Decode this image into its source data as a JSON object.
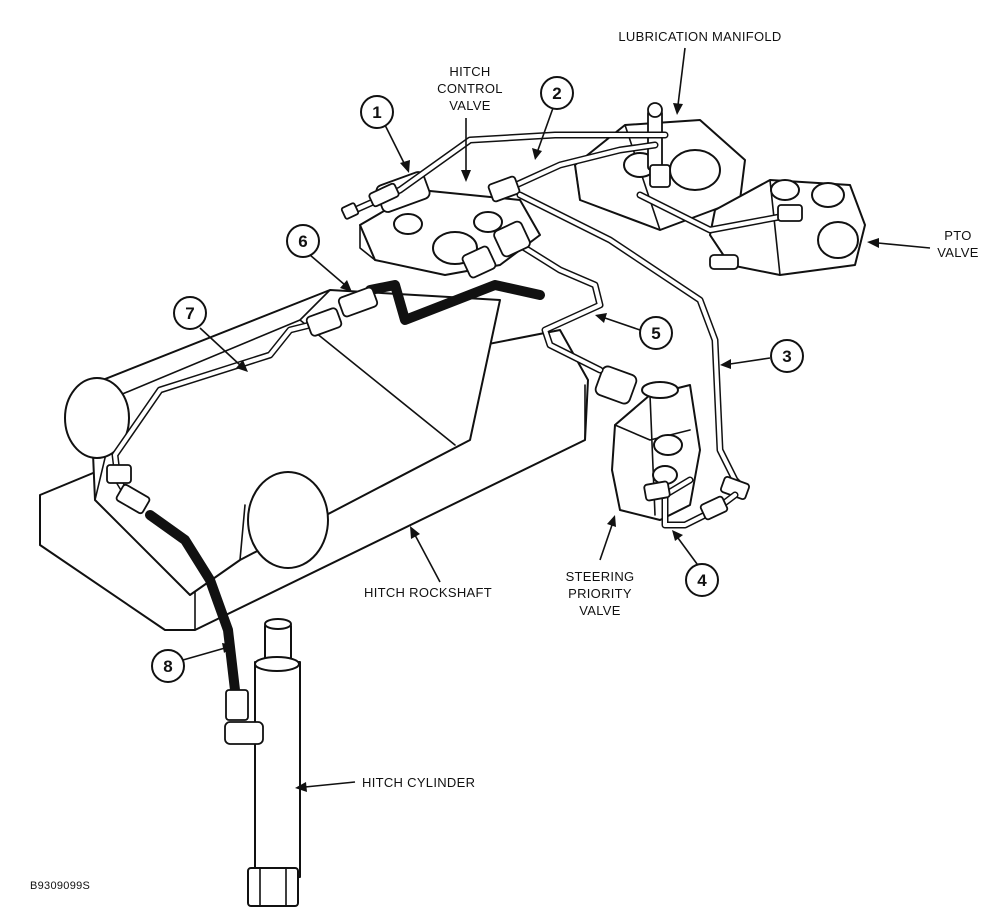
{
  "labels": {
    "lubrication_manifold": "LUBRICATION MANIFOLD",
    "hitch_control_valve": [
      "HITCH",
      "CONTROL",
      "VALVE"
    ],
    "pto_valve": [
      "PTO",
      "VALVE"
    ],
    "steering_priority_valve": [
      "STEERING",
      "PRIORITY",
      "VALVE"
    ],
    "hitch_rockshaft": "HITCH ROCKSHAFT",
    "hitch_cylinder": "HITCH CYLINDER",
    "figure_id": "B9309099S"
  },
  "callouts": [
    "1",
    "2",
    "3",
    "4",
    "5",
    "6",
    "7",
    "8"
  ],
  "colors": {
    "ink": "#111111",
    "paper": "#ffffff"
  }
}
